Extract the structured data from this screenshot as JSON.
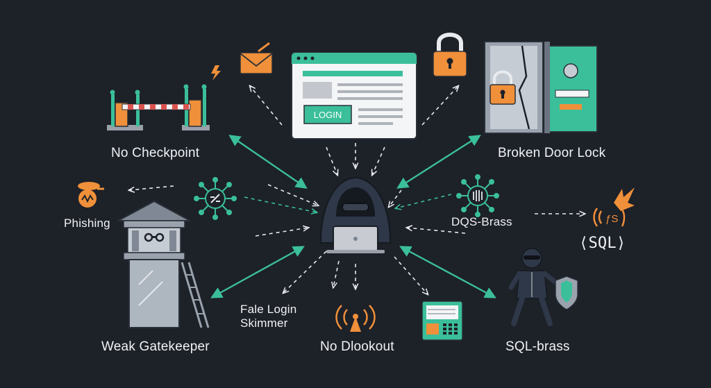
{
  "colors": {
    "background": "#1d2128",
    "teal": "#3bbf9b",
    "orange": "#f0903a",
    "dark_outline": "#2a2f38",
    "label": "#f1f3f5"
  },
  "nodes": {
    "center": {
      "icon": "hooded-hacker-laptop-icon"
    },
    "login_page": {
      "button_label": "LOGIN",
      "icon": "browser-window-icon"
    },
    "no_checkpoint": {
      "label": "No Checkpoint",
      "icon": "barrier-gate-icon"
    },
    "broken_door_lock": {
      "label": "Broken Door Lock",
      "icon": "door-lock-icon"
    },
    "phishing": {
      "label": "Phishing",
      "icon": "hook-icon"
    },
    "dqs_brass": {
      "label": "DQS-Brass",
      "icon": "network-virus-icon"
    },
    "sql": {
      "label": "⟨SQL⟩",
      "glyph": "ƒS",
      "icon": "sql-injection-icon"
    },
    "weak_gatekeeper": {
      "label": "Weak Gatekeeper",
      "icon": "watchtower-icon"
    },
    "fake_login_skimmer": {
      "label_line1": "Fale Login",
      "label_line2": "Skimmer"
    },
    "no_dlookout": {
      "label": "No Dlookout",
      "icon": "signal-beacon-icon"
    },
    "keypad": {
      "icon": "skimmer-keypad-icon"
    },
    "sql_brass": {
      "label": "SQL-brass",
      "icon": "burglar-shield-icon"
    },
    "email": {
      "icon": "email-icon"
    },
    "padlock": {
      "icon": "padlock-icon"
    },
    "virus": {
      "icon": "bug-virus-icon"
    }
  }
}
